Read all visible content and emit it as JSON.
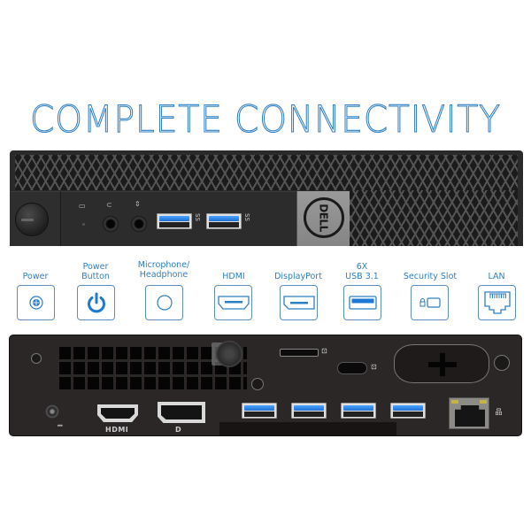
{
  "title": "COMPLETE CONNECTIVITY",
  "colors": {
    "accent_blue": "#2f7fc4",
    "icon_border": "#5f8fc0",
    "usb_blue": "#2a86e8",
    "chassis": "#2a2a2a",
    "dell_plate": "#909090"
  },
  "front_panel": {
    "brand_logo": "DELL",
    "usb_ports": [
      {
        "label": "SS"
      },
      {
        "label": "SS"
      }
    ],
    "audio_jacks": [
      {
        "symbol": "headphone"
      },
      {
        "symbol": "microphone"
      }
    ]
  },
  "port_legend": [
    {
      "label": "Power",
      "icon": "dc-power-icon"
    },
    {
      "label": "Power\nButton",
      "line1": "Power",
      "line2": "Button",
      "icon": "power-button-icon"
    },
    {
      "label": "Microphone/\nHeadphone",
      "line1": "Microphone/",
      "line2": "Headphone",
      "icon": "audio-jack-icon"
    },
    {
      "label": "HDMI",
      "icon": "hdmi-icon"
    },
    {
      "label": "DisplayPort",
      "icon": "displayport-icon"
    },
    {
      "label": "6X\nUSB 3.1",
      "line1": "6X",
      "line2": "USB 3.1",
      "icon": "usb-icon"
    },
    {
      "label": "Security Slot",
      "icon": "security-slot-icon"
    },
    {
      "label": "LAN",
      "icon": "lan-icon"
    }
  ],
  "rear_panel": {
    "hdmi_label": "HDMI",
    "dp_label": "D",
    "usb_count": 4
  }
}
